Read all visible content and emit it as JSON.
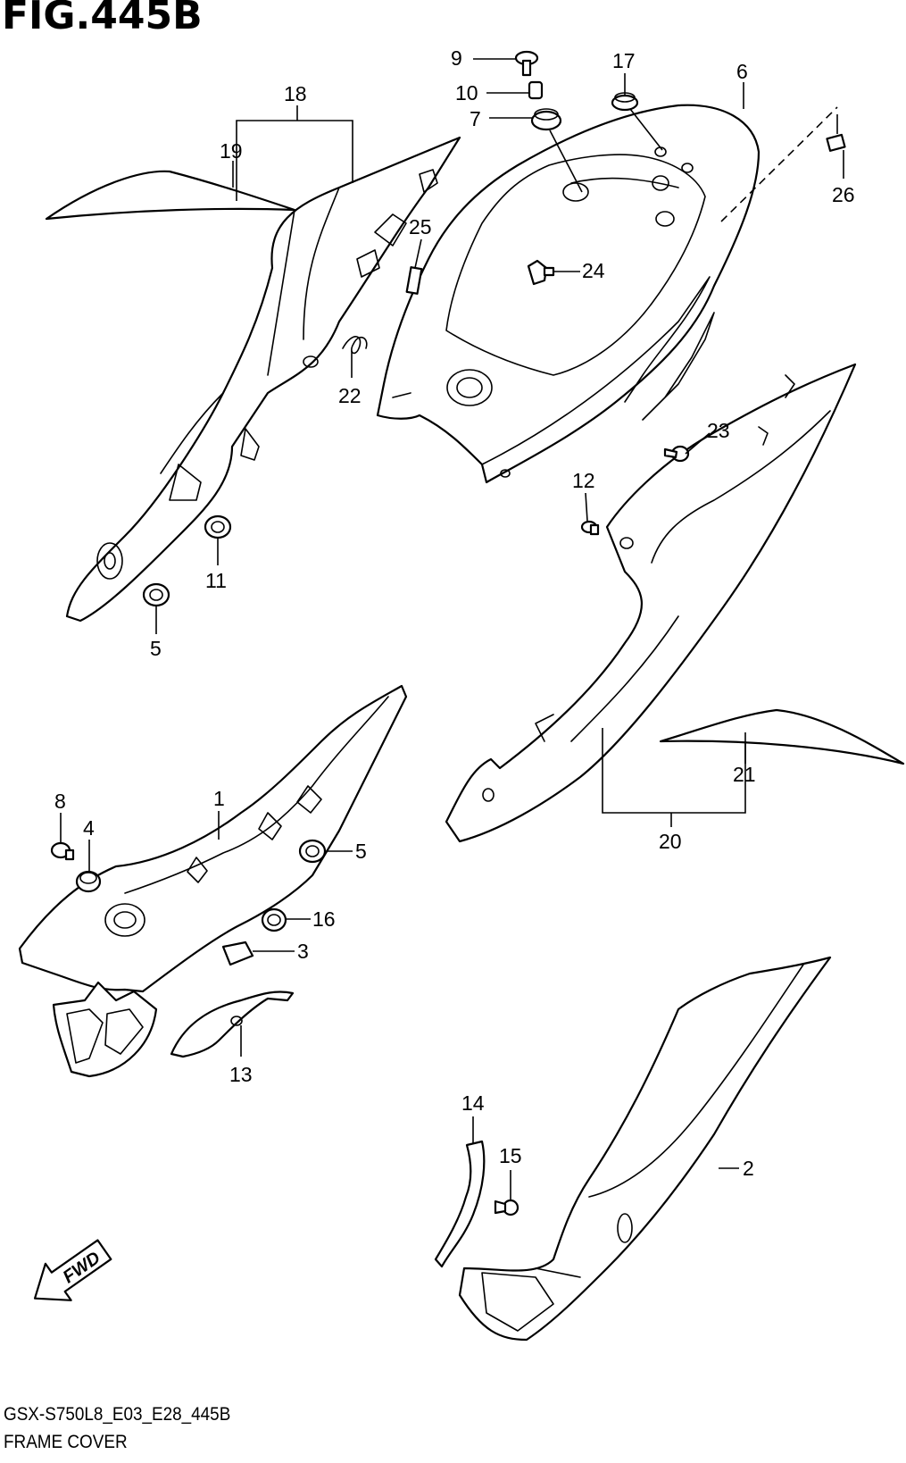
{
  "figure": {
    "title": "FIG.445B",
    "model_code": "GSX-S750L8_E03_E28_445B",
    "name": "FRAME COVER",
    "direction_label": "FWD"
  },
  "callouts": [
    {
      "id": "c1",
      "label": "1"
    },
    {
      "id": "c2",
      "label": "2"
    },
    {
      "id": "c3",
      "label": "3"
    },
    {
      "id": "c4",
      "label": "4"
    },
    {
      "id": "c5a",
      "label": "5"
    },
    {
      "id": "c5b",
      "label": "5"
    },
    {
      "id": "c6",
      "label": "6"
    },
    {
      "id": "c7",
      "label": "7"
    },
    {
      "id": "c8",
      "label": "8"
    },
    {
      "id": "c9",
      "label": "9"
    },
    {
      "id": "c10",
      "label": "10"
    },
    {
      "id": "c11",
      "label": "11"
    },
    {
      "id": "c12",
      "label": "12"
    },
    {
      "id": "c13",
      "label": "13"
    },
    {
      "id": "c14",
      "label": "14"
    },
    {
      "id": "c15",
      "label": "15"
    },
    {
      "id": "c16",
      "label": "16"
    },
    {
      "id": "c17",
      "label": "17"
    },
    {
      "id": "c18",
      "label": "18"
    },
    {
      "id": "c19",
      "label": "19"
    },
    {
      "id": "c20",
      "label": "20"
    },
    {
      "id": "c21",
      "label": "21"
    },
    {
      "id": "c22",
      "label": "22"
    },
    {
      "id": "c23",
      "label": "23"
    },
    {
      "id": "c24",
      "label": "24"
    },
    {
      "id": "c25",
      "label": "25"
    },
    {
      "id": "c26",
      "label": "26"
    }
  ]
}
